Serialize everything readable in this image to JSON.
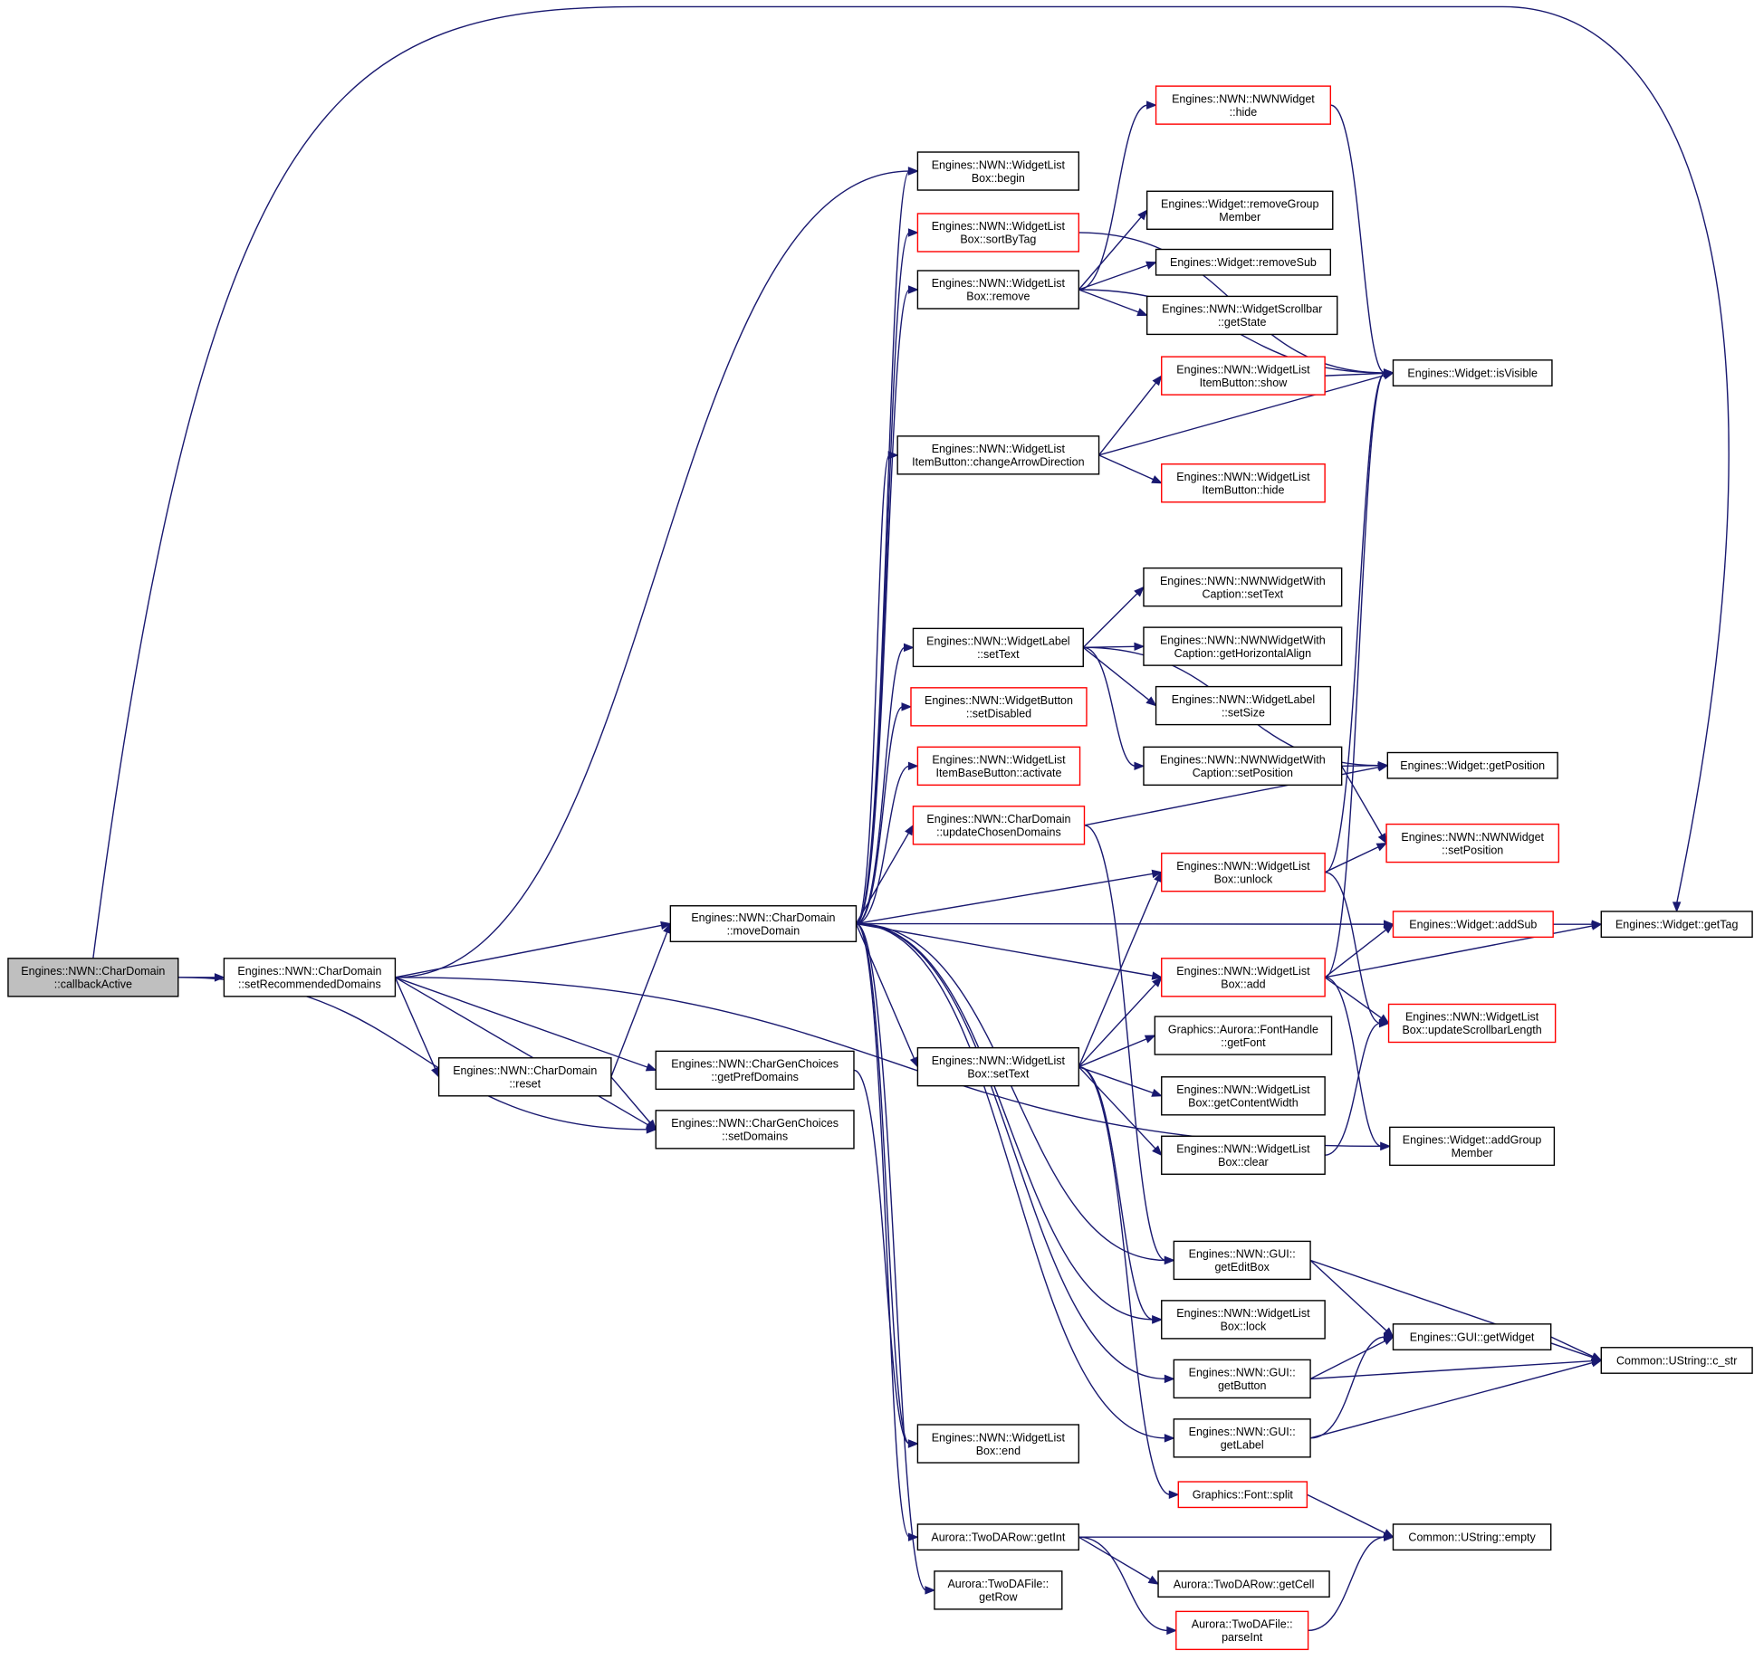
{
  "colors": {
    "edge": "#191970",
    "border_default": "#000000",
    "border_truncated": "#ff0000",
    "fill_default": "#ffffff",
    "fill_focus": "#bfbfbf"
  },
  "nodes": [
    {
      "id": "callbackActive",
      "lines": [
        "Engines::NWN::CharDomain",
        "::callbackActive"
      ],
      "style": "focus"
    },
    {
      "id": "setRecommendedDomains",
      "lines": [
        "Engines::NWN::CharDomain",
        "::setRecommendedDomains"
      ],
      "style": "default"
    },
    {
      "id": "moveDomain",
      "lines": [
        "Engines::NWN::CharDomain",
        "::moveDomain"
      ],
      "style": "default"
    },
    {
      "id": "reset",
      "lines": [
        "Engines::NWN::CharDomain",
        "::reset"
      ],
      "style": "default"
    },
    {
      "id": "getPrefDomains",
      "lines": [
        "Engines::NWN::CharGenChoices",
        "::getPrefDomains"
      ],
      "style": "default"
    },
    {
      "id": "setDomains",
      "lines": [
        "Engines::NWN::CharGenChoices",
        "::setDomains"
      ],
      "style": "default"
    },
    {
      "id": "wlbBegin",
      "lines": [
        "Engines::NWN::WidgetList",
        "Box::begin"
      ],
      "style": "default"
    },
    {
      "id": "wlbSortByTag",
      "lines": [
        "Engines::NWN::WidgetList",
        "Box::sortByTag"
      ],
      "style": "truncated"
    },
    {
      "id": "wlbRemove",
      "lines": [
        "Engines::NWN::WidgetList",
        "Box::remove"
      ],
      "style": "default"
    },
    {
      "id": "changeArrowDirection",
      "lines": [
        "Engines::NWN::WidgetList",
        "ItemButton::changeArrowDirection"
      ],
      "style": "default"
    },
    {
      "id": "wlSetText",
      "lines": [
        "Engines::NWN::WidgetLabel",
        "::setText"
      ],
      "style": "default"
    },
    {
      "id": "wbSetDisabled",
      "lines": [
        "Engines::NWN::WidgetButton",
        "::setDisabled"
      ],
      "style": "truncated"
    },
    {
      "id": "wlibbActivate",
      "lines": [
        "Engines::NWN::WidgetList",
        "ItemBaseButton::activate"
      ],
      "style": "truncated"
    },
    {
      "id": "updateChosenDomains",
      "lines": [
        "Engines::NWN::CharDomain",
        "::updateChosenDomains"
      ],
      "style": "truncated"
    },
    {
      "id": "wlbSetText",
      "lines": [
        "Engines::NWN::WidgetList",
        "Box::setText"
      ],
      "style": "default"
    },
    {
      "id": "wlbEnd",
      "lines": [
        "Engines::NWN::WidgetList",
        "Box::end"
      ],
      "style": "default"
    },
    {
      "id": "tdrGetInt",
      "lines": [
        "Aurora::TwoDARow::getInt"
      ],
      "style": "default"
    },
    {
      "id": "tdfGetRow",
      "lines": [
        "Aurora::TwoDAFile::",
        "getRow"
      ],
      "style": "default"
    },
    {
      "id": "nwnWidgetHide",
      "lines": [
        "Engines::NWN::NWNWidget",
        "::hide"
      ],
      "style": "truncated"
    },
    {
      "id": "removeGroupMember",
      "lines": [
        "Engines::Widget::removeGroup",
        "Member"
      ],
      "style": "default"
    },
    {
      "id": "removeSub",
      "lines": [
        "Engines::Widget::removeSub"
      ],
      "style": "default"
    },
    {
      "id": "wsbGetState",
      "lines": [
        "Engines::NWN::WidgetScrollbar",
        "::getState"
      ],
      "style": "default"
    },
    {
      "id": "wlibShow",
      "lines": [
        "Engines::NWN::WidgetList",
        "ItemButton::show"
      ],
      "style": "truncated"
    },
    {
      "id": "wlibHide",
      "lines": [
        "Engines::NWN::WidgetList",
        "ItemButton::hide"
      ],
      "style": "truncated"
    },
    {
      "id": "nwcSetText",
      "lines": [
        "Engines::NWN::NWNWidgetWith",
        "Caption::setText"
      ],
      "style": "default"
    },
    {
      "id": "nwcGetHAlign",
      "lines": [
        "Engines::NWN::NWNWidgetWith",
        "Caption::getHorizontalAlign"
      ],
      "style": "default"
    },
    {
      "id": "wlSetSize",
      "lines": [
        "Engines::NWN::WidgetLabel",
        "::setSize"
      ],
      "style": "default"
    },
    {
      "id": "nwcSetPosition",
      "lines": [
        "Engines::NWN::NWNWidgetWith",
        "Caption::setPosition"
      ],
      "style": "default"
    },
    {
      "id": "wlbUnlock",
      "lines": [
        "Engines::NWN::WidgetList",
        "Box::unlock"
      ],
      "style": "truncated"
    },
    {
      "id": "wlbAdd",
      "lines": [
        "Engines::NWN::WidgetList",
        "Box::add"
      ],
      "style": "truncated"
    },
    {
      "id": "fhGetFont",
      "lines": [
        "Graphics::Aurora::FontHandle",
        "::getFont"
      ],
      "style": "default"
    },
    {
      "id": "wlbGetContentWidth",
      "lines": [
        "Engines::NWN::WidgetList",
        "Box::getContentWidth"
      ],
      "style": "default"
    },
    {
      "id": "wlbClear",
      "lines": [
        "Engines::NWN::WidgetList",
        "Box::clear"
      ],
      "style": "default"
    },
    {
      "id": "guiGetEditBox",
      "lines": [
        "Engines::NWN::GUI::",
        "getEditBox"
      ],
      "style": "default"
    },
    {
      "id": "wlbLock",
      "lines": [
        "Engines::NWN::WidgetList",
        "Box::lock"
      ],
      "style": "default"
    },
    {
      "id": "guiGetButton",
      "lines": [
        "Engines::NWN::GUI::",
        "getButton"
      ],
      "style": "default"
    },
    {
      "id": "guiGetLabel",
      "lines": [
        "Engines::NWN::GUI::",
        "getLabel"
      ],
      "style": "default"
    },
    {
      "id": "fontSplit",
      "lines": [
        "Graphics::Font::split"
      ],
      "style": "truncated"
    },
    {
      "id": "tdrGetCell",
      "lines": [
        "Aurora::TwoDARow::getCell"
      ],
      "style": "default"
    },
    {
      "id": "tdfParseInt",
      "lines": [
        "Aurora::TwoDAFile::",
        "parseInt"
      ],
      "style": "truncated"
    },
    {
      "id": "isVisible",
      "lines": [
        "Engines::Widget::isVisible"
      ],
      "style": "default"
    },
    {
      "id": "getPosition",
      "lines": [
        "Engines::Widget::getPosition"
      ],
      "style": "default"
    },
    {
      "id": "nwnWidgetSetPosition",
      "lines": [
        "Engines::NWN::NWNWidget",
        "::setPosition"
      ],
      "style": "truncated"
    },
    {
      "id": "addSub",
      "lines": [
        "Engines::Widget::addSub"
      ],
      "style": "truncated"
    },
    {
      "id": "updateScrollbarLength",
      "lines": [
        "Engines::NWN::WidgetList",
        "Box::updateScrollbarLength"
      ],
      "style": "truncated"
    },
    {
      "id": "addGroupMember",
      "lines": [
        "Engines::Widget::addGroup",
        "Member"
      ],
      "style": "default"
    },
    {
      "id": "guiGetWidget",
      "lines": [
        "Engines::GUI::getWidget"
      ],
      "style": "default"
    },
    {
      "id": "ustrEmpty",
      "lines": [
        "Common::UString::empty"
      ],
      "style": "default"
    },
    {
      "id": "getTag",
      "lines": [
        "Engines::Widget::getTag"
      ],
      "style": "default"
    },
    {
      "id": "ustrCStr",
      "lines": [
        "Common::UString::c_str"
      ],
      "style": "default"
    }
  ]
}
